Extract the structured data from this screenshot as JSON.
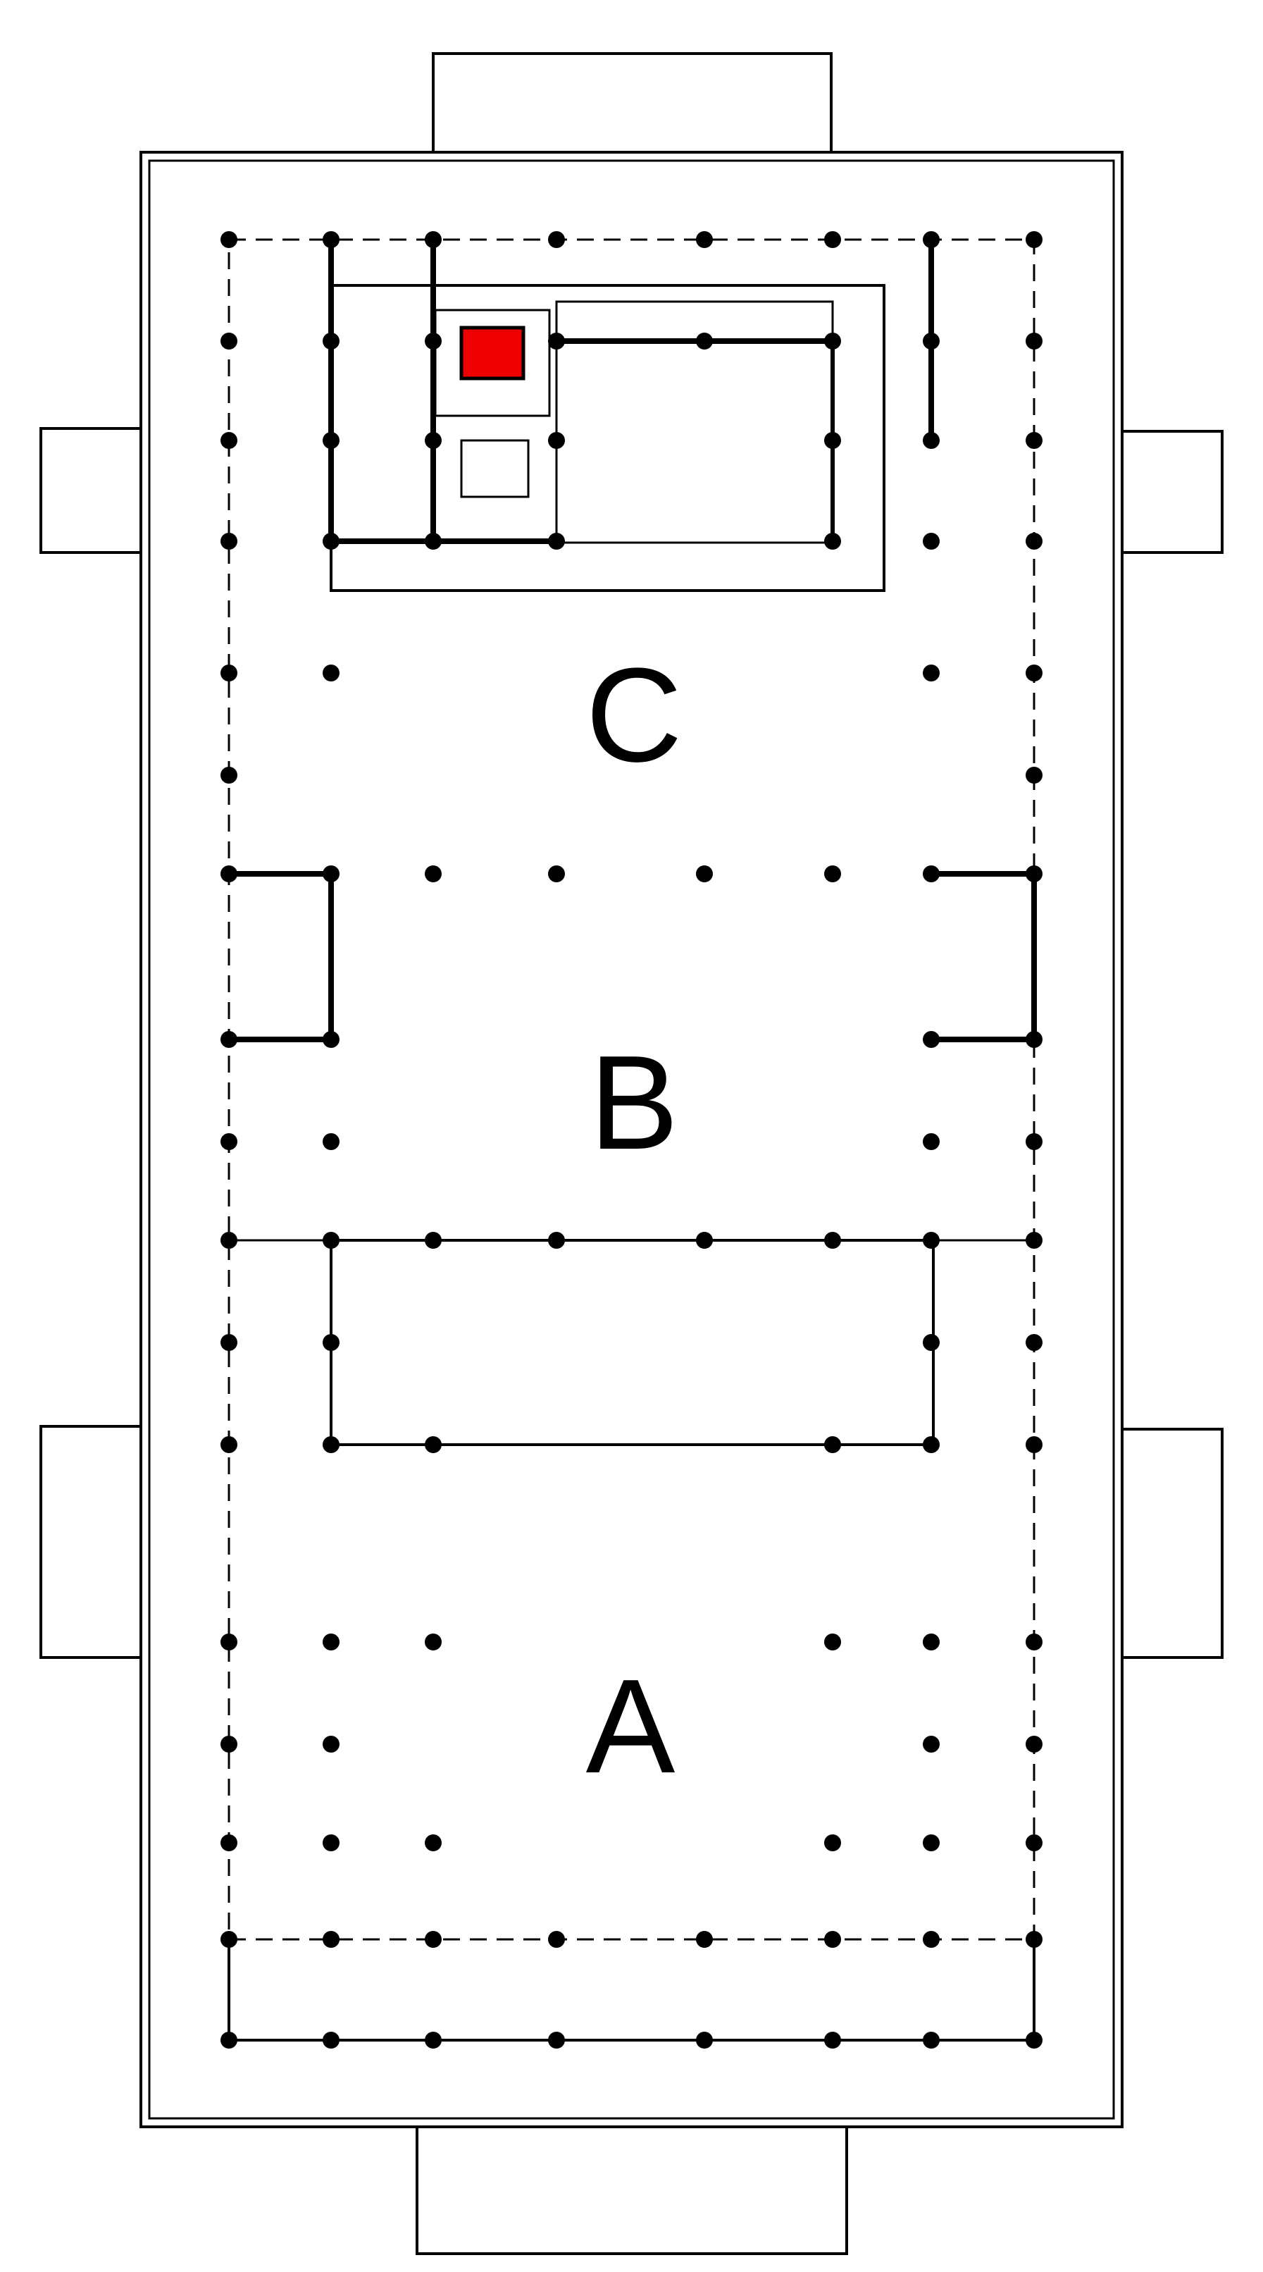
{
  "zones": [
    {
      "id": "A",
      "label": "A"
    },
    {
      "id": "B",
      "label": "B"
    },
    {
      "id": "C",
      "label": "C"
    }
  ],
  "colors": {
    "line": "#000000",
    "background": "#ffffff",
    "altar_highlight": "#ee0000"
  },
  "icons": {
    "column": "filled-circle",
    "door_swing": "chevron-pair",
    "stairs": "hatched-steps",
    "highlight": "red-square"
  }
}
